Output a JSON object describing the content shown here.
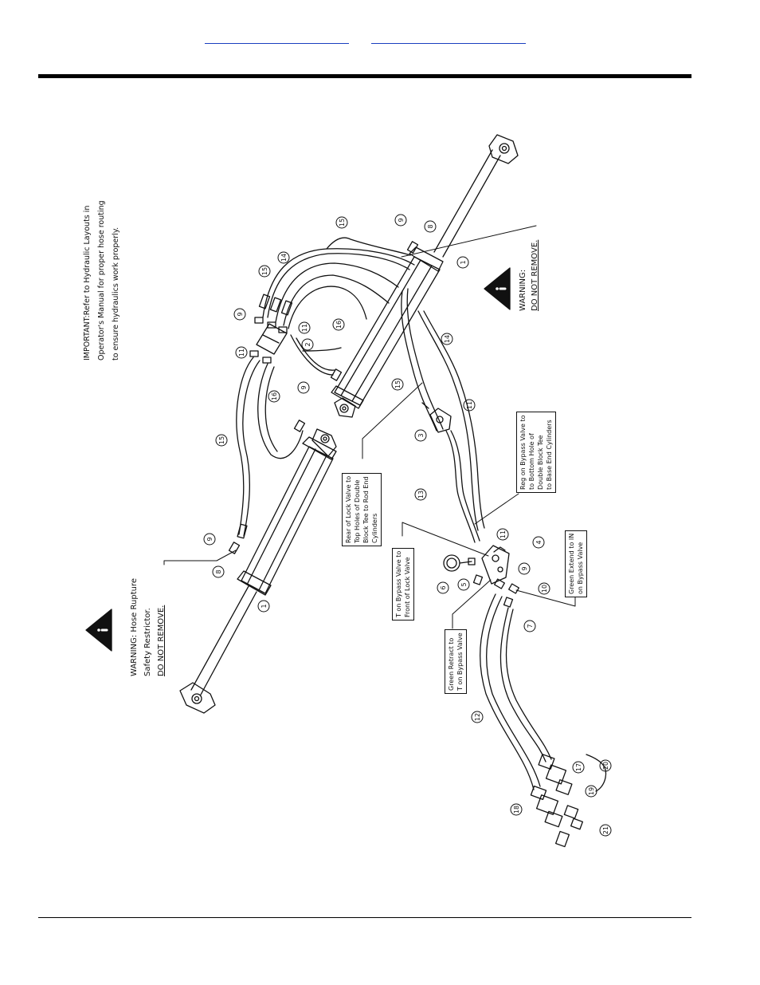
{
  "header": {
    "link_1": "",
    "link_2": ""
  },
  "notes": {
    "important_line_1": "IMPORTANT:Refer to Hydraulic Layouts in",
    "important_line_2": "Operator's Manual for proper hose routing",
    "important_line_3": "to ensure hydraulics work properly.",
    "warning_left_line_1": "WARNING: Hose Rupture",
    "warning_left_line_2": "Safety Restrictor.",
    "warning_left_line_3": "DO NOT REMOVE.",
    "warning_right_line_1": "WARNING:",
    "warning_right_line_2": "DO NOT REMOVE."
  },
  "boxes": {
    "rear_lock": [
      "Rear of Lock Valve to",
      "Top Holes of Double",
      "Block Tee to Rod End",
      "Cylinders"
    ],
    "reg_bypass": [
      "Reg on Bypass Valve to",
      "to Bottom Hole of",
      "Double Block Tee",
      "to Base End Cylinders"
    ],
    "t_bypass": [
      "T on Bypass Valve to",
      "Front of Lock Valve"
    ],
    "green_retract": [
      "Green Retract to",
      "T on Bypass Valve"
    ],
    "green_extend": [
      "Green Extend to IN",
      "on Bypass Valve"
    ]
  },
  "parts": {
    "p1a": "1",
    "p1b": "1",
    "p2": "2",
    "p3": "3",
    "p4": "4",
    "p5": "5",
    "p6": "6",
    "p7": "7",
    "p8a": "8",
    "p8b": "8",
    "p9a": "9",
    "p9b": "9",
    "p9c": "9",
    "p9d": "9",
    "p9e": "9",
    "p10": "10",
    "p11a": "11",
    "p11b": "11",
    "p11c": "11",
    "p11d": "11",
    "p12": "12",
    "p13": "13",
    "p14a": "14",
    "p14b": "14",
    "p15a": "15",
    "p15b": "15",
    "p15c": "15",
    "p15d": "15",
    "p16a": "16",
    "p16b": "16",
    "p17": "17",
    "p18": "18",
    "p19": "19",
    "p20": "20",
    "p21": "21"
  },
  "colors": {
    "link": "#1a3fbf",
    "ink": "#111111"
  }
}
